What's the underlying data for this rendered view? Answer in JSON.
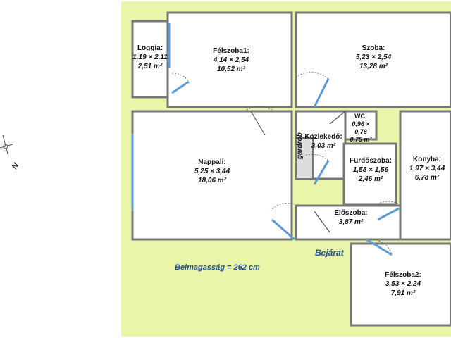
{
  "colors": {
    "background": "#e9f5a8",
    "wall": "#777777",
    "room_fill": "#ffffff",
    "window": "#5b9bd5",
    "text_accent": "#1f4f8f"
  },
  "compass": {
    "label": "N",
    "icon": "compass-rose-icon"
  },
  "rooms": {
    "loggia": {
      "name": "Loggia:",
      "dim": "1,19 × 2,11",
      "area": "2,51 m²"
    },
    "felszoba1": {
      "name": "Félszoba1:",
      "dim": "4,14 × 2,54",
      "area": "10,52 m²"
    },
    "szoba": {
      "name": "Szoba:",
      "dim": "5,23 × 2,54",
      "area": "13,28 m²"
    },
    "wc": {
      "name": "WC:",
      "dim": "0,96 × 0,78",
      "area": "0,75 m²"
    },
    "kozlekedo": {
      "name": "Közlekedő:",
      "area": "3,03 m²"
    },
    "nappali": {
      "name": "Nappali:",
      "dim": "5,25 × 3,44",
      "area": "18,06 m²"
    },
    "furdoszoba": {
      "name": "Fürdőszoba:",
      "dim": "1,58 × 1,56",
      "area": "2,46 m²"
    },
    "konyha": {
      "name": "Konyha:",
      "dim": "1,97 × 3,44",
      "area": "6,78 m²"
    },
    "eloszoba": {
      "name": "Előszoba:",
      "area": "3,87 m²"
    },
    "felszoba2": {
      "name": "Félszoba2:",
      "dim": "3,53 × 2,24",
      "area": "7,91 m²"
    }
  },
  "closet": "gardrób",
  "entrance": "Bejárat",
  "ceiling_height": "Belmagasság = 262 cm"
}
